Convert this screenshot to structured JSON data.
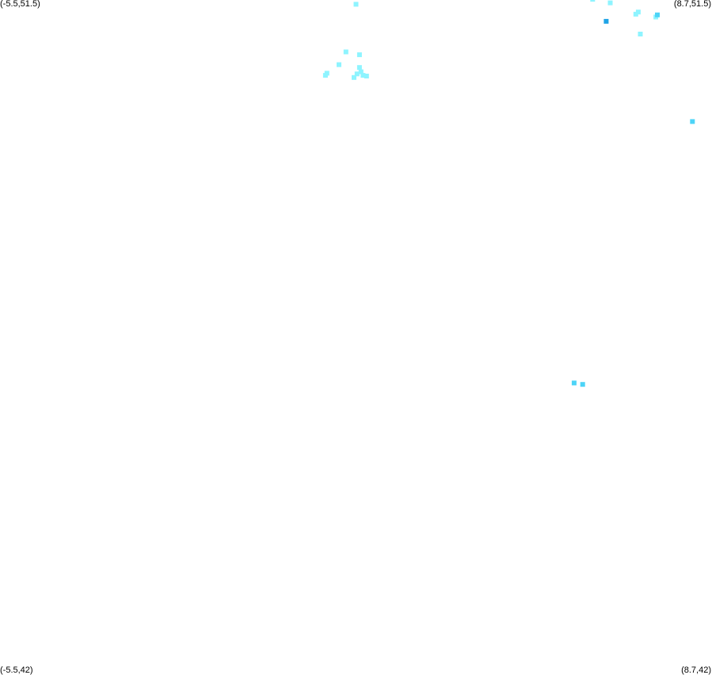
{
  "corners": {
    "top_left": "(-5.5,51.5)",
    "top_right": "(8.7,51.5)",
    "bottom_left": "(-5.5,42)",
    "bottom_right": "(8.7,42)"
  },
  "bounds": {
    "lon_min": -5.5,
    "lon_max": 8.7,
    "lat_min": 42,
    "lat_max": 51.5
  },
  "colors": {
    "light": "#8ef4ff",
    "medium": "#4dd4f7",
    "dark": "#1fa3e6"
  },
  "points": [
    {
      "lon": 1.6,
      "lat": 51.44,
      "level": "light"
    },
    {
      "lon": 1.4,
      "lat": 50.77,
      "level": "light"
    },
    {
      "lon": 1.67,
      "lat": 50.73,
      "level": "light"
    },
    {
      "lon": 1.26,
      "lat": 50.59,
      "level": "light"
    },
    {
      "lon": 0.99,
      "lat": 50.44,
      "level": "light"
    },
    {
      "lon": 1.02,
      "lat": 50.47,
      "level": "light"
    },
    {
      "lon": 1.56,
      "lat": 50.41,
      "level": "light"
    },
    {
      "lon": 1.62,
      "lat": 50.46,
      "level": "light"
    },
    {
      "lon": 1.7,
      "lat": 50.49,
      "level": "light"
    },
    {
      "lon": 1.74,
      "lat": 50.44,
      "level": "light"
    },
    {
      "lon": 1.81,
      "lat": 50.43,
      "level": "light"
    },
    {
      "lon": 1.67,
      "lat": 50.55,
      "level": "light"
    },
    {
      "lon": 6.32,
      "lat": 51.51,
      "level": "light"
    },
    {
      "lon": 6.67,
      "lat": 51.46,
      "level": "light"
    },
    {
      "lon": 7.18,
      "lat": 51.3,
      "level": "light"
    },
    {
      "lon": 7.23,
      "lat": 51.33,
      "level": "light"
    },
    {
      "lon": 7.58,
      "lat": 51.26,
      "level": "light"
    },
    {
      "lon": 7.27,
      "lat": 51.02,
      "level": "light"
    },
    {
      "lon": 7.61,
      "lat": 51.29,
      "level": "medium"
    },
    {
      "lon": 6.59,
      "lat": 51.2,
      "level": "dark"
    },
    {
      "lon": 8.31,
      "lat": 49.79,
      "level": "medium"
    },
    {
      "lon": 5.95,
      "lat": 46.11,
      "level": "medium"
    },
    {
      "lon": 6.12,
      "lat": 46.09,
      "level": "medium"
    }
  ]
}
